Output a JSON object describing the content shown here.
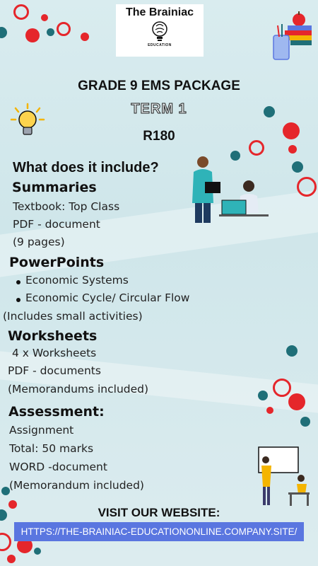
{
  "logo": {
    "name": "The Brainiac",
    "sub": "EDUCATION"
  },
  "title": "GRADE 9 EMS PACKAGE",
  "term": "TERM 1",
  "price": "R180",
  "question": "What does it include?",
  "sections": {
    "summaries": {
      "heading": "Summaries",
      "lines": [
        "Textbook: Top Class",
        "PDF - document",
        "(9 pages)"
      ]
    },
    "powerpoints": {
      "heading": "PowerPoints",
      "bullets": [
        "Economic Systems",
        "Economic Cycle/ Circular Flow"
      ],
      "note": "(Includes small activities)"
    },
    "worksheets": {
      "heading": "Worksheets",
      "lines": [
        "4 x Worksheets",
        "PDF - documents",
        "(Memorandums included)"
      ]
    },
    "assessment": {
      "heading": "Assessment:",
      "lines": [
        "Assignment",
        "Total: 50 marks",
        "WORD -document",
        "(Memorandum included)"
      ]
    }
  },
  "footer": {
    "visit": "VISIT OUR WEBSITE:",
    "url": "HTTPS://THE-BRAINIAC-EDUCATIONONLINE.COMPANY.SITE/"
  },
  "colors": {
    "red": "#e5262b",
    "teal": "#1f6f78",
    "url_bg": "#5a76e0"
  },
  "icons": [
    "brain-bulb-logo-icon",
    "lightbulb-icon",
    "books-apple-icon",
    "teacher-student-illustration",
    "classroom-illustration"
  ]
}
